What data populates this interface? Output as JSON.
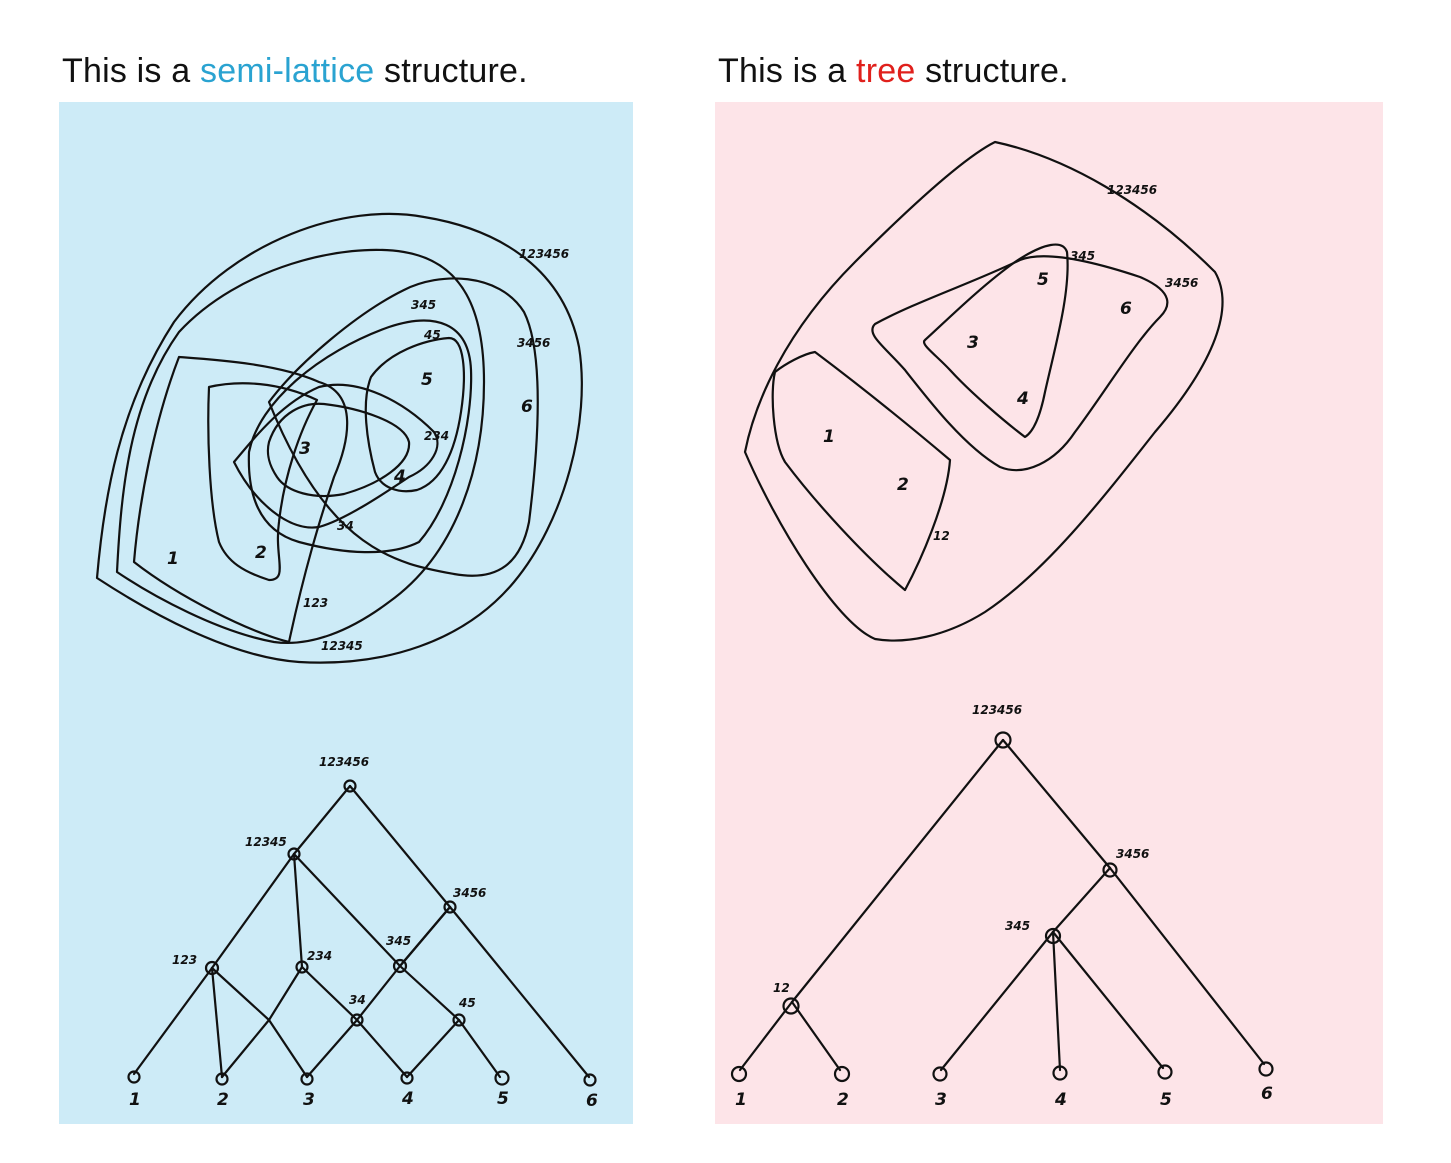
{
  "left_caption": {
    "prefix": "This is a ",
    "highlight": "semi-lattice",
    "suffix": " structure.",
    "highlight_color": "#2aa3d1"
  },
  "right_caption": {
    "prefix": "This is a ",
    "highlight": "tree",
    "suffix": " structure.",
    "highlight_color": "#e0201c"
  },
  "colors": {
    "left_panel_bg": "#cdebf7",
    "right_panel_bg": "#fde4e8",
    "ink": "#111111"
  },
  "semilattice": {
    "set_labels": {
      "s123456": "123456",
      "s345": "345",
      "s45": "45",
      "s3456": "3456",
      "s234": "234",
      "s34": "34",
      "s123": "123",
      "s12345": "12345"
    },
    "elements": {
      "e1": "1",
      "e2": "2",
      "e3": "3",
      "e4": "4",
      "e5": "5",
      "e6": "6"
    },
    "tree_labels": {
      "root": "123456",
      "n12345": "12345",
      "n3456": "3456",
      "n123": "123",
      "n234": "234",
      "n345": "345",
      "n34": "34",
      "n45": "45"
    },
    "leaf_labels": {
      "l1": "1",
      "l2": "2",
      "l3": "3",
      "l4": "4",
      "l5": "5",
      "l6": "6"
    }
  },
  "tree": {
    "set_labels": {
      "s123456": "123456",
      "s3456": "3456",
      "s345": "345",
      "s12": "12"
    },
    "elements": {
      "e1": "1",
      "e2": "2",
      "e3": "3",
      "e4": "4",
      "e5": "5",
      "e6": "6"
    },
    "tree_labels": {
      "root": "123456",
      "n3456": "3456",
      "n345": "345",
      "n12": "12"
    },
    "leaf_labels": {
      "l1": "1",
      "l2": "2",
      "l3": "3",
      "l4": "4",
      "l5": "5",
      "l6": "6"
    }
  }
}
